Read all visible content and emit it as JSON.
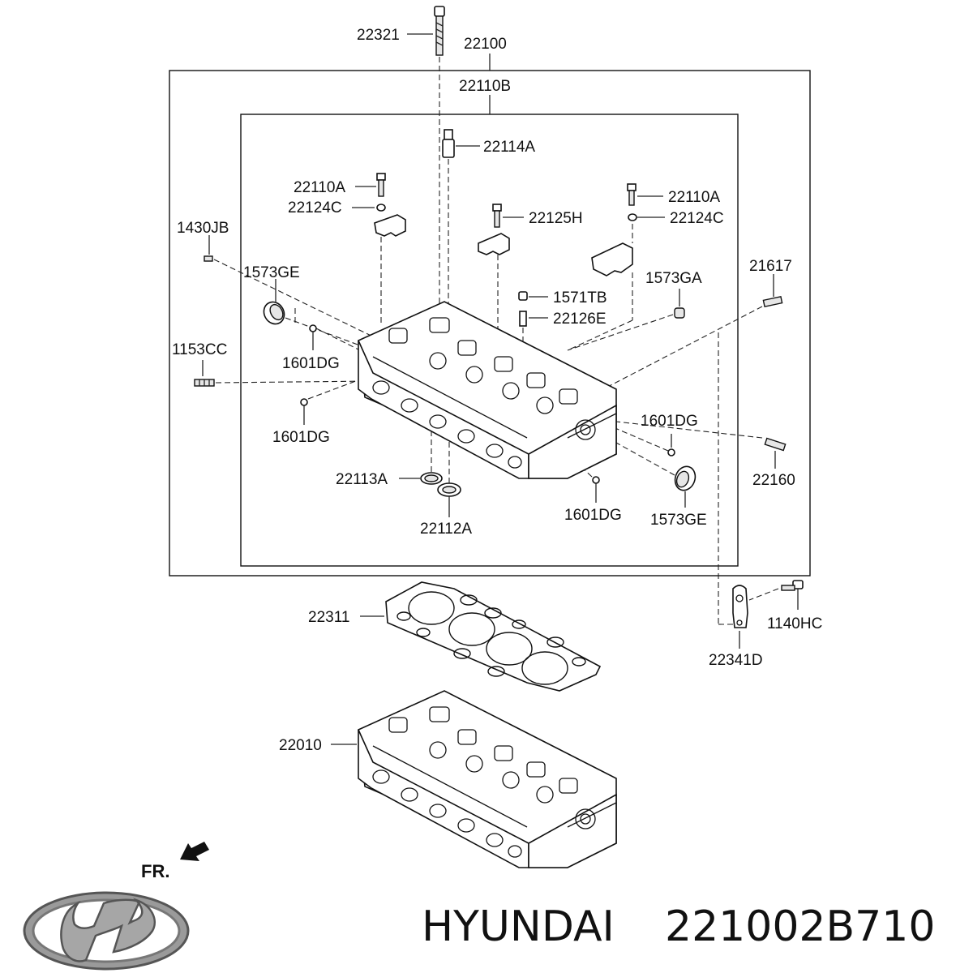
{
  "diagram": {
    "part_labels": {
      "p22321": "22321",
      "p22100": "22100",
      "p22110B": "22110B",
      "p22114A": "22114A",
      "p22110A_left": "22110A",
      "p22124C_left": "22124C",
      "p22110A_right": "22110A",
      "p22124C_right": "22124C",
      "p22125H": "22125H",
      "p1430JB": "1430JB",
      "p1573GE_top": "1573GE",
      "p1571TB": "1571TB",
      "p1573GA": "1573GA",
      "p21617": "21617",
      "p22126E": "22126E",
      "p1153CC": "1153CC",
      "p1601DG_a": "1601DG",
      "p1601DG_b": "1601DG",
      "p1601DG_c": "1601DG",
      "p1601DG_d": "1601DG",
      "p22113A": "22113A",
      "p22112A": "22112A",
      "p22160": "22160",
      "p1573GE_bottom": "1573GE",
      "p22311": "22311",
      "p1140HC": "1140HC",
      "p22341D": "22341D",
      "p22010": "22010"
    },
    "front_indicator": "FR."
  },
  "footer": {
    "brand_name": "HYUNDAI",
    "part_number": "221002B710",
    "logo_icon": "hyundai-logo-icon"
  }
}
